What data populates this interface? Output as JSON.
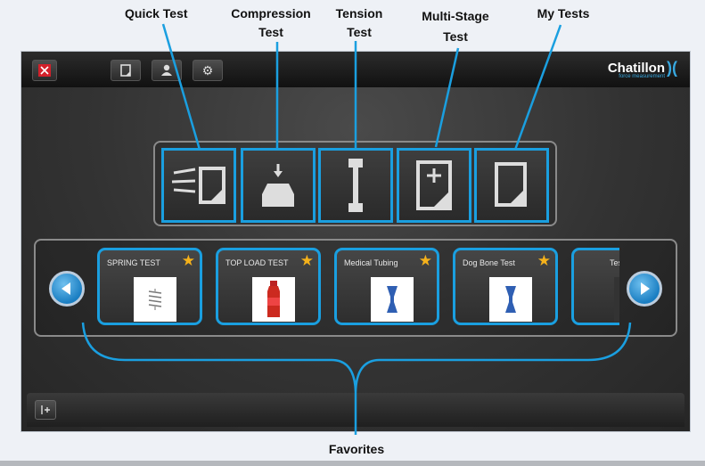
{
  "callouts": {
    "quick_test": "Quick Test",
    "compression_line1": "Compression",
    "compression_line2": "Test",
    "tension_line1": "Tension",
    "tension_line2": "Test",
    "multistage_line1": "Multi-Stage",
    "multistage_line2": "Test",
    "my_tests": "My Tests",
    "favorites": "Favorites"
  },
  "logo": {
    "name": "Chatillon",
    "tagline": "force measurement"
  },
  "favorites": [
    {
      "title": "SPRING TEST",
      "thumb": "spring-icon"
    },
    {
      "title": "TOP LOAD TEST",
      "thumb": "bottle-icon"
    },
    {
      "title": "Medical Tubing",
      "thumb": "dogbone-icon"
    },
    {
      "title": "Dog Bone Test",
      "thumb": "dogbone-icon"
    },
    {
      "title": "Tes",
      "thumb": "partial-icon"
    }
  ],
  "colors": {
    "accent": "#1a9fe0",
    "star": "#f5b21b",
    "close": "#d2202a",
    "panel": "#333333"
  }
}
